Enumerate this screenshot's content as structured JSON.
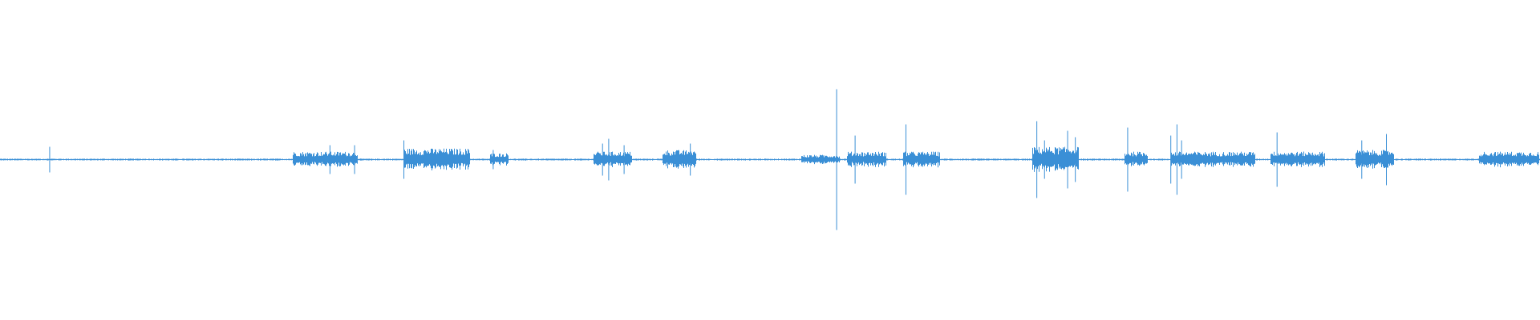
{
  "waveform": {
    "color": "#3a8fd6",
    "background": "#ffffff",
    "amplitude_range": [
      -1,
      1
    ],
    "baseline_level": 0.006,
    "burst_segments": [
      {
        "from": 0.19,
        "to": 0.232,
        "level": 0.05
      },
      {
        "from": 0.262,
        "to": 0.305,
        "level": 0.07
      },
      {
        "from": 0.318,
        "to": 0.33,
        "level": 0.04
      },
      {
        "from": 0.385,
        "to": 0.41,
        "level": 0.05
      },
      {
        "from": 0.43,
        "to": 0.452,
        "level": 0.06
      },
      {
        "from": 0.52,
        "to": 0.545,
        "level": 0.03
      },
      {
        "from": 0.55,
        "to": 0.575,
        "level": 0.05
      },
      {
        "from": 0.586,
        "to": 0.61,
        "level": 0.05
      },
      {
        "from": 0.67,
        "to": 0.7,
        "level": 0.08
      },
      {
        "from": 0.73,
        "to": 0.745,
        "level": 0.05
      },
      {
        "from": 0.76,
        "to": 0.815,
        "level": 0.05
      },
      {
        "from": 0.825,
        "to": 0.86,
        "level": 0.05
      },
      {
        "from": 0.88,
        "to": 0.905,
        "level": 0.06
      },
      {
        "from": 0.96,
        "to": 0.999,
        "level": 0.05
      }
    ],
    "spikes": [
      {
        "at": 0.032,
        "level": 0.08
      },
      {
        "at": 0.214,
        "level": 0.09
      },
      {
        "at": 0.23,
        "level": 0.09
      },
      {
        "at": 0.262,
        "level": 0.12
      },
      {
        "at": 0.32,
        "level": 0.06
      },
      {
        "at": 0.391,
        "level": 0.1
      },
      {
        "at": 0.395,
        "level": 0.13
      },
      {
        "at": 0.405,
        "level": 0.09
      },
      {
        "at": 0.448,
        "level": 0.1
      },
      {
        "at": 0.543,
        "level": 0.44
      },
      {
        "at": 0.555,
        "level": 0.15
      },
      {
        "at": 0.588,
        "level": 0.22
      },
      {
        "at": 0.673,
        "level": 0.24
      },
      {
        "at": 0.678,
        "level": 0.12
      },
      {
        "at": 0.693,
        "level": 0.18
      },
      {
        "at": 0.698,
        "level": 0.14
      },
      {
        "at": 0.732,
        "level": 0.2
      },
      {
        "at": 0.76,
        "level": 0.15
      },
      {
        "at": 0.764,
        "level": 0.22
      },
      {
        "at": 0.767,
        "level": 0.12
      },
      {
        "at": 0.829,
        "level": 0.17
      },
      {
        "at": 0.884,
        "level": 0.12
      },
      {
        "at": 0.9,
        "level": 0.16
      }
    ]
  }
}
